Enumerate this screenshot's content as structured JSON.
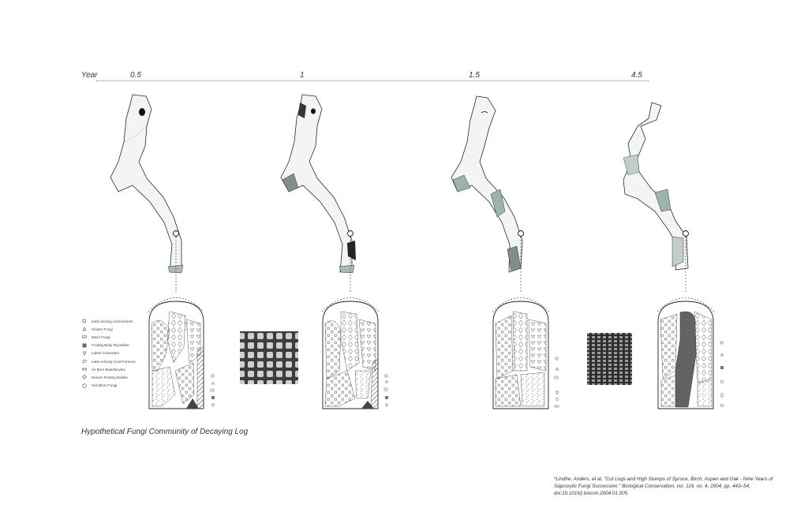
{
  "timeline": {
    "label": "Year",
    "ticks": [
      "0.5",
      "1",
      "1.5",
      "4.5"
    ]
  },
  "legend": [
    {
      "label": "early arriving cord-formers",
      "icon": "small-square-icon"
    },
    {
      "label": "Cluster Fungi",
      "icon": "triangle-cluster-icon"
    },
    {
      "label": "Micro Fungi",
      "icon": "micro-dots-icon"
    },
    {
      "label": "Fruiting Body Mycellium",
      "icon": "filled-square-icon"
    },
    {
      "label": "Latent Colonisers",
      "icon": "inverted-triangle-icon"
    },
    {
      "label": "Later Arriving Cord-Formers",
      "icon": "oval-icon"
    },
    {
      "label": "Air Born Basidiocytes",
      "icon": "rectangle-icon"
    },
    {
      "label": "Denser Fruiting Bodies",
      "icon": "diamond-icon"
    },
    {
      "label": "Soil Micro Fungi",
      "icon": "circle-icon"
    }
  ],
  "caption": "Hypothetical Fungi Community of Decaying Log",
  "citation": "*Lindhe, Anders, et al. \"Cut Logs and High Stumps of Spruce, Birch, Aspen and Oak - Nine Years of Saproxylic Fungi Succession.\" Biological Conservation, vol. 119, no. 4, 2004, pp. 443–54, doi:10.1016/j.biocon.2004.01.005.",
  "colors": {
    "line": "#2a2a2a",
    "wood": "#f4f6f4",
    "decay": "#9fb3ad",
    "decay_dark": "#2f3a36",
    "hatch": "#555555"
  }
}
